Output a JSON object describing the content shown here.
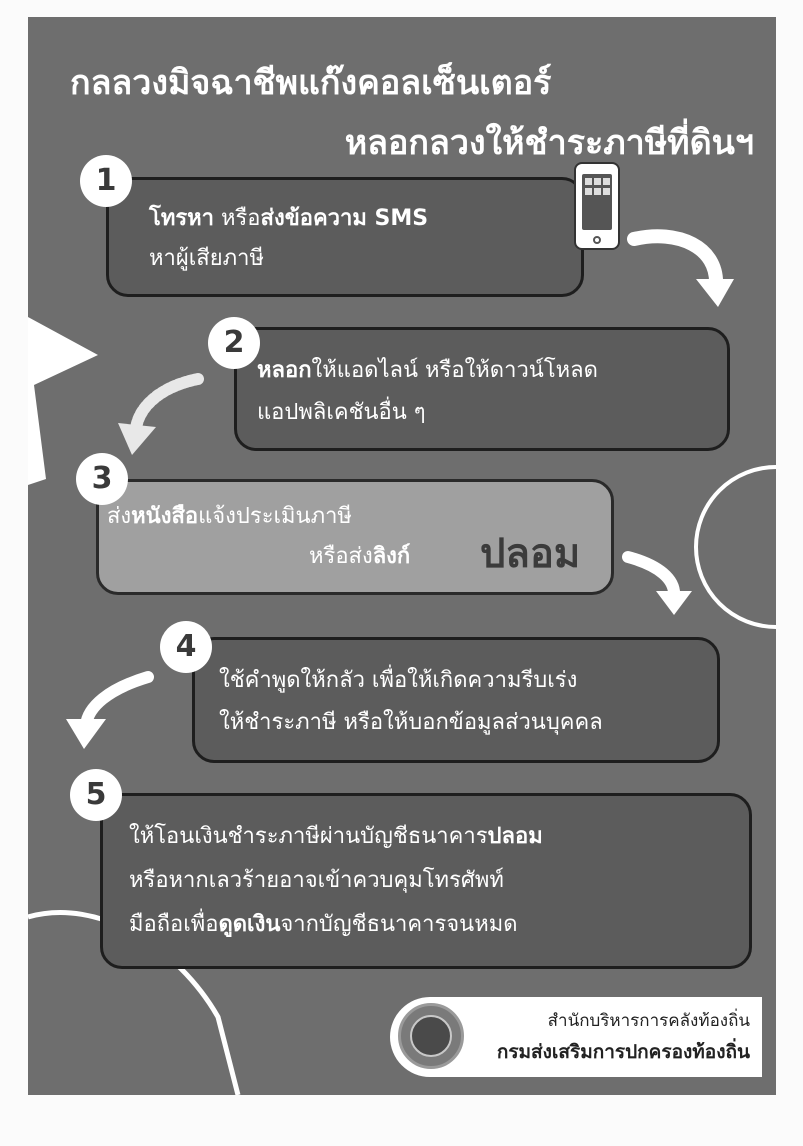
{
  "title": {
    "line1": "กลลวงมิจฉาชีพแก๊งคอลเซ็นเตอร์",
    "line2": "หลอกลวงให้ชำระภาษีที่ดินฯ"
  },
  "steps": [
    {
      "number": "1",
      "parts": [
        {
          "text": "โทรหา",
          "bold": true
        },
        {
          "text": " หรือ",
          "bold": false
        },
        {
          "text": "ส่งข้อความ SMS",
          "bold": true
        }
      ],
      "line2": "หาผู้เสียภาษี",
      "icon": "smartphone-icon"
    },
    {
      "number": "2",
      "parts": [
        {
          "text": "หลอก",
          "bold": true
        },
        {
          "text": "ให้แอดไลน์ หรือให้ดาวน์โหลด",
          "bold": false
        }
      ],
      "line2": "แอปพลิเคชันอื่น ๆ"
    },
    {
      "number": "3",
      "parts": [
        {
          "text": "ส่ง",
          "bold": false
        },
        {
          "text": "หนังสือ",
          "bold": true
        },
        {
          "text": "แจ้งประเมินภาษี",
          "bold": false
        }
      ],
      "line2_parts": [
        {
          "text": "หรือส่ง",
          "bold": false
        },
        {
          "text": "ลิงก์",
          "bold": true
        }
      ],
      "stamp": "ปลอม"
    },
    {
      "number": "4",
      "line1": "ใช้คำพูดให้กลัว เพื่อให้เกิดความรีบเร่ง",
      "line2": "ให้ชำระภาษี หรือให้บอกข้อมูลส่วนบุคคล"
    },
    {
      "number": "5",
      "line1_parts": [
        {
          "text": "ให้โอนเงินชำระภาษีผ่านบัญชีธนาคาร",
          "bold": false
        },
        {
          "text": "ปลอม",
          "bold": true
        }
      ],
      "line2": "หรือหากเลวร้ายอาจเข้าควบคุมโทรศัพท์",
      "line3_parts": [
        {
          "text": "มือถือเพื่อ",
          "bold": false
        },
        {
          "text": "ดูดเงิน",
          "bold": true
        },
        {
          "text": "จากบัญชีธนาคารจนหมด",
          "bold": false
        }
      ]
    }
  ],
  "footer": {
    "office": "สำนักบริหารการคลังท้องถิ่น",
    "department": "กรมส่งเสริมการปกครองท้องถิ่น",
    "logo": "department-seal-icon"
  },
  "colors": {
    "background": "#6e6e6e",
    "box": "#5c5c5c",
    "highlight_box": "#a0a0a0",
    "text": "#ffffff"
  }
}
